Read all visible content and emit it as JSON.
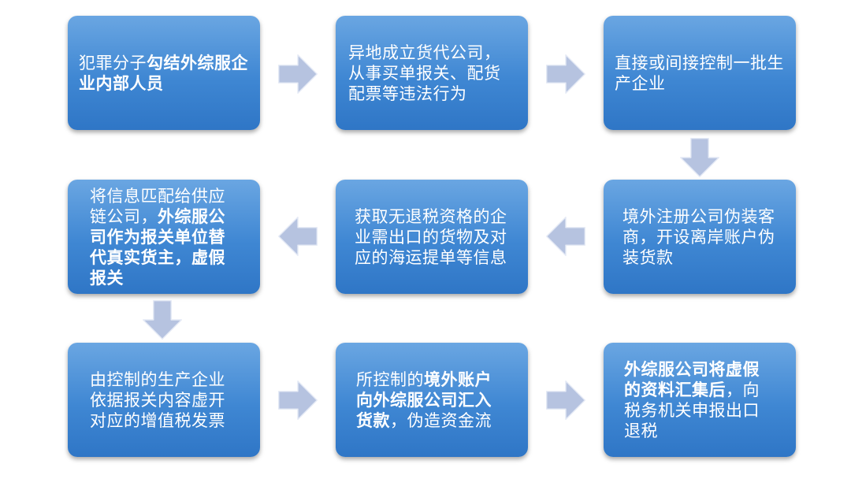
{
  "steps": [
    {
      "id": 1,
      "segments": [
        {
          "t": "犯罪分子",
          "b": false
        },
        {
          "t": "勾结外综服企业内部人员",
          "b": true
        }
      ]
    },
    {
      "id": 2,
      "segments": [
        {
          "t": "异地成立货代公司，从事买单报关、配货配票等违法行为",
          "b": false
        }
      ]
    },
    {
      "id": 3,
      "segments": [
        {
          "t": "直接或间接控制一批生产企业",
          "b": false
        }
      ]
    },
    {
      "id": 4,
      "segments": [
        {
          "t": "境外注册公司伪装客商，开设离岸账户伪装货款",
          "b": false
        }
      ]
    },
    {
      "id": 5,
      "segments": [
        {
          "t": "获取无退税资格的企业需出口的货物及对应的海运提单等信息",
          "b": false
        }
      ]
    },
    {
      "id": 6,
      "segments": [
        {
          "t": "将信息匹配给供应链公司，",
          "b": false
        },
        {
          "t": "外综服公司作为报关单位替代真实货主，虚假报关",
          "b": true
        }
      ]
    },
    {
      "id": 7,
      "segments": [
        {
          "t": "由控制的生产企业依据报关内容虚开对应的增值税发票",
          "b": false
        }
      ]
    },
    {
      "id": 8,
      "segments": [
        {
          "t": "所控制的",
          "b": false
        },
        {
          "t": "境外账户向外综服公司汇入货款",
          "b": true
        },
        {
          "t": "，伪造资金流",
          "b": false
        }
      ]
    },
    {
      "id": 9,
      "segments": [
        {
          "t": "外综服公司将虚假的资料汇集后",
          "b": true
        },
        {
          "t": "，向税务机关申报出口退税",
          "b": false
        }
      ]
    }
  ],
  "arrows": [
    {
      "from": 1,
      "to": 2,
      "direction": "right"
    },
    {
      "from": 2,
      "to": 3,
      "direction": "right"
    },
    {
      "from": 3,
      "to": 4,
      "direction": "down"
    },
    {
      "from": 4,
      "to": 5,
      "direction": "left"
    },
    {
      "from": 5,
      "to": 6,
      "direction": "left"
    },
    {
      "from": 6,
      "to": 7,
      "direction": "down"
    },
    {
      "from": 7,
      "to": 8,
      "direction": "right"
    },
    {
      "from": 8,
      "to": 9,
      "direction": "right"
    }
  ],
  "colors": {
    "box_gradient_top": "#6aa6e2",
    "box_gradient_bottom": "#2f76c6",
    "box_text": "#ffffff",
    "arrow_fill": "#b6c3e0",
    "arrow_highlight": "#e4e9f5"
  }
}
